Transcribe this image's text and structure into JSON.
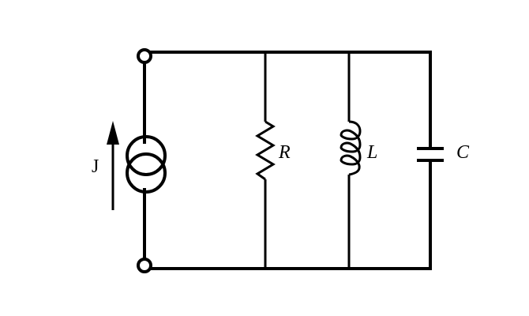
{
  "diagram": {
    "source_label": "J",
    "resistor_label": "R",
    "inductor_label": "L",
    "capacitor_label": "C"
  },
  "colors": {
    "ink": "#000000",
    "background": "#ffffff"
  }
}
